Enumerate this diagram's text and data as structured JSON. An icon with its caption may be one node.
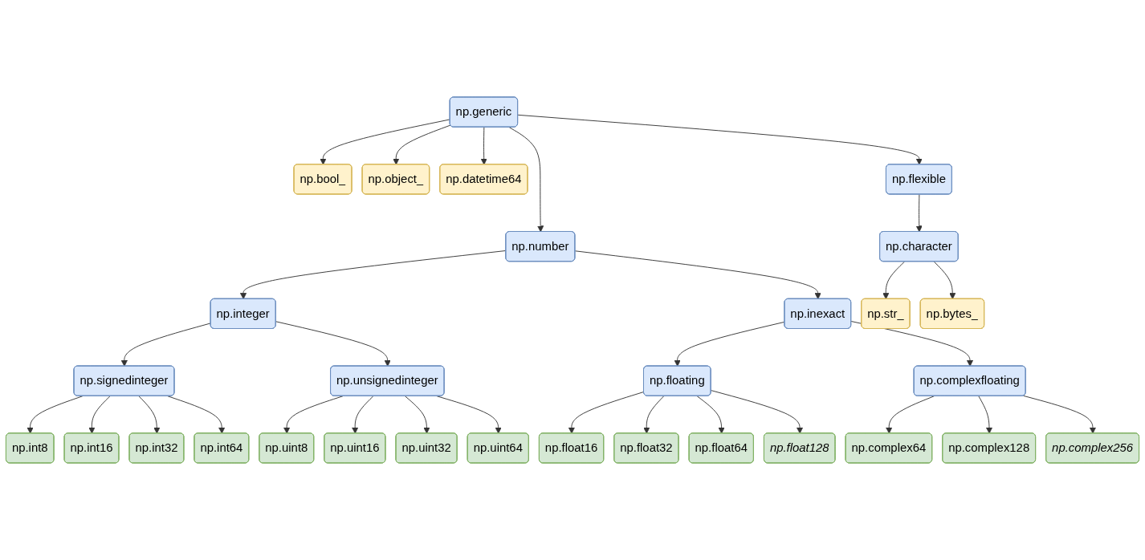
{
  "diagram": {
    "nodes": [
      {
        "text": [
          "np.generic"
        ]
      },
      {
        "text": [
          "np.bool_"
        ]
      },
      {
        "text": [
          "np.object_"
        ]
      },
      {
        "text": [
          "np.number"
        ]
      },
      {
        "text": [
          "np.datetime64"
        ]
      },
      {
        "text": [
          "np.flexible"
        ]
      },
      {
        "text": [
          "np.character"
        ]
      },
      {
        "text": [
          "np.integer"
        ]
      },
      {
        "text": [
          "np.inexact"
        ]
      },
      {
        "text": [
          "np.str_"
        ]
      },
      {
        "text": [
          "np.signedinteger"
        ]
      },
      {
        "text": [
          "np.unsignedinteger"
        ]
      },
      {
        "text": [
          "np.floating"
        ]
      },
      {
        "text": [
          "np.complexfloating"
        ]
      },
      {
        "text": [
          "np.bytes_"
        ]
      },
      {
        "text": [
          "np.int8"
        ]
      },
      {
        "text": [
          "np.uint8"
        ]
      },
      {
        "text": [
          "np.float16"
        ]
      },
      {
        "text": [
          "np.int16"
        ]
      },
      {
        "text": [
          "np.uint16"
        ]
      },
      {
        "text": [
          "np.float32"
        ]
      },
      {
        "text": [
          "np.complex64"
        ]
      },
      {
        "text": [
          "np.int32"
        ]
      },
      {
        "text": [
          "np.uint32"
        ]
      },
      {
        "text": [
          "np.float64"
        ]
      },
      {
        "text": [
          "np.complex128"
        ]
      },
      {
        "text": [
          "np.int64"
        ]
      },
      {
        "text": [
          "np.uint64"
        ]
      },
      {
        "text": [
          "np.float128"
        ]
      },
      {
        "text": [
          "np.complex256"
        ]
      }
    ],
    "edges": [
      {
        "from": 0,
        "to": 1,
        "arrow": "to"
      },
      {
        "from": 0,
        "to": 2,
        "arrow": "to"
      },
      {
        "from": 0,
        "to": 3,
        "arrow": "to"
      },
      {
        "from": 0,
        "to": 4,
        "arrow": "to"
      },
      {
        "from": 0,
        "to": 5,
        "arrow": "to"
      },
      {
        "from": 5,
        "to": 6,
        "arrow": "to"
      },
      {
        "from": 3,
        "to": 7,
        "arrow": "to"
      },
      {
        "from": 3,
        "to": 8,
        "arrow": "to"
      },
      {
        "from": 6,
        "to": 9,
        "arrow": "to"
      },
      {
        "from": 6,
        "to": 14,
        "arrow": "to"
      },
      {
        "from": 7,
        "to": 10,
        "arrow": "to"
      },
      {
        "from": 7,
        "to": 11,
        "arrow": "to"
      },
      {
        "from": 8,
        "to": 12,
        "arrow": "to"
      },
      {
        "from": 8,
        "to": 13,
        "arrow": "to"
      },
      {
        "from": 10,
        "to": 15,
        "arrow": "to"
      },
      {
        "from": 10,
        "to": 18,
        "arrow": "to"
      },
      {
        "from": 10,
        "to": 22,
        "arrow": "to"
      },
      {
        "from": 10,
        "to": 26,
        "arrow": "to"
      },
      {
        "from": 11,
        "to": 16,
        "arrow": "to"
      },
      {
        "from": 11,
        "to": 19,
        "arrow": "to"
      },
      {
        "from": 11,
        "to": 23,
        "arrow": "to"
      },
      {
        "from": 11,
        "to": 27,
        "arrow": "to"
      },
      {
        "from": 12,
        "to": 17,
        "arrow": "to"
      },
      {
        "from": 12,
        "to": 20,
        "arrow": "to"
      },
      {
        "from": 12,
        "to": 24,
        "arrow": "to"
      },
      {
        "from": 12,
        "to": 28,
        "arrow": "to"
      },
      {
        "from": 13,
        "to": 21,
        "arrow": "to"
      },
      {
        "from": 13,
        "to": 25,
        "arrow": "to"
      },
      {
        "from": 13,
        "to": 29,
        "arrow": "to"
      }
    ]
  }
}
